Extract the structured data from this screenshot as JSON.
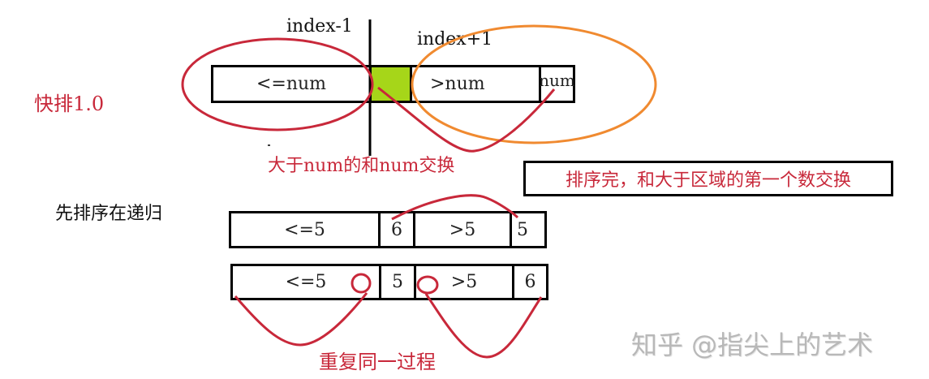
{
  "title_left": "快排1.0",
  "top_diagram": {
    "marker_left": "index-1",
    "marker_right": "index+1",
    "cells": [
      "<=num",
      "",
      ">num",
      "num"
    ],
    "pivot_fill": "#a6d619",
    "caption_swap": "大于num的和num交换",
    "left_ellipse_color": "#c8283a",
    "right_ellipse_color": "#f08a30"
  },
  "note_box": "排序完，和大于区域的第一个数交换",
  "recursion_label": "先排序在递归",
  "row1": {
    "cells": [
      "<=5",
      "6",
      ">5",
      "5"
    ]
  },
  "row2": {
    "cells": [
      "<=5",
      "5",
      ">5",
      "6"
    ]
  },
  "caption_repeat": "重复同一过程",
  "watermark": "知乎 @指尖上的艺术",
  "colors": {
    "red": "#c8283a",
    "orange": "#f08a30",
    "green": "#a6d619",
    "black": "#000000"
  }
}
